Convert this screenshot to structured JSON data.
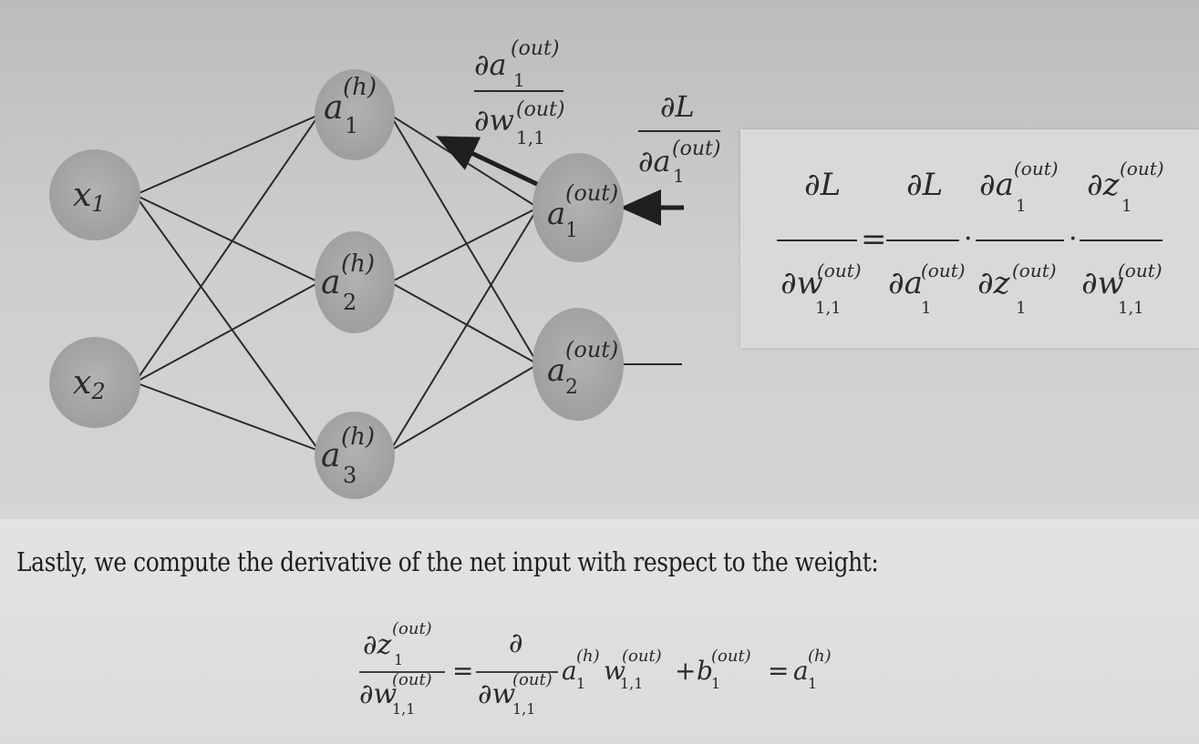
{
  "network": {
    "inputs": [
      {
        "base": "x",
        "sub": "1"
      },
      {
        "base": "x",
        "sub": "2"
      }
    ],
    "hidden": [
      {
        "base": "a",
        "sup": "(h)",
        "sub": "1"
      },
      {
        "base": "a",
        "sup": "(h)",
        "sub": "2"
      },
      {
        "base": "a",
        "sup": "(h)",
        "sub": "3"
      }
    ],
    "outputs": [
      {
        "base": "a",
        "sup": "(out)",
        "sub": "1"
      },
      {
        "base": "a",
        "sup": "(out)",
        "sub": "2"
      }
    ]
  },
  "annotations": {
    "grad_weight": {
      "num_d": "∂",
      "num_base": "a",
      "num_sup": "(out)",
      "num_sub": "1",
      "den_d": "∂",
      "den_base": "w",
      "den_sup": "(out)",
      "den_sub": "1,1"
    },
    "grad_loss": {
      "num": "∂L",
      "den_d": "∂",
      "den_base": "a",
      "den_sup": "(out)",
      "den_sub": "1"
    }
  },
  "chain_rule": {
    "lhs": {
      "num": "∂L",
      "den": "∂w",
      "den_sup": "(out)",
      "den_sub": "1,1"
    },
    "eq": "=",
    "terms": [
      {
        "num": "∂L",
        "den": "∂a",
        "den_sup": "(out)",
        "den_sub": "1"
      },
      {
        "num": "∂a",
        "num_sup": "(out)",
        "num_sub": "1",
        "den": "∂z",
        "den_sup": "(out)",
        "den_sub": "1"
      },
      {
        "num": "∂z",
        "num_sup": "(out)",
        "num_sub": "1",
        "den": "∂w",
        "den_sup": "(out)",
        "den_sub": "1,1"
      }
    ],
    "dot": "·"
  },
  "sentence": "Lastly, we compute the derivative of the net input with respect to the weight:",
  "derivative_eq": {
    "lhs_num": "∂z",
    "lhs_num_sup": "(out)",
    "lhs_num_sub": "1",
    "lhs_den": "∂w",
    "lhs_den_sup": "(out)",
    "lhs_den_sub": "1,1",
    "eq": "=",
    "op_num": "∂",
    "op_den": "∂w",
    "op_den_sup": "(out)",
    "op_den_sub": "1,1",
    "term1": "a",
    "term1_sup": "(h)",
    "term1_sub": "1",
    "term2": "w",
    "term2_sup": "(out)",
    "term2_sub": "1,1",
    "plus": "+",
    "term3": "b",
    "term3_sup": "(out)",
    "term3_sub": "1",
    "eq2": "=",
    "result": "a",
    "result_sup": "(h)",
    "result_sub": "1"
  },
  "colors": {
    "node": "#a9a8a6",
    "line": "#1f1f1f",
    "inset_bg": "#dad9d7"
  }
}
